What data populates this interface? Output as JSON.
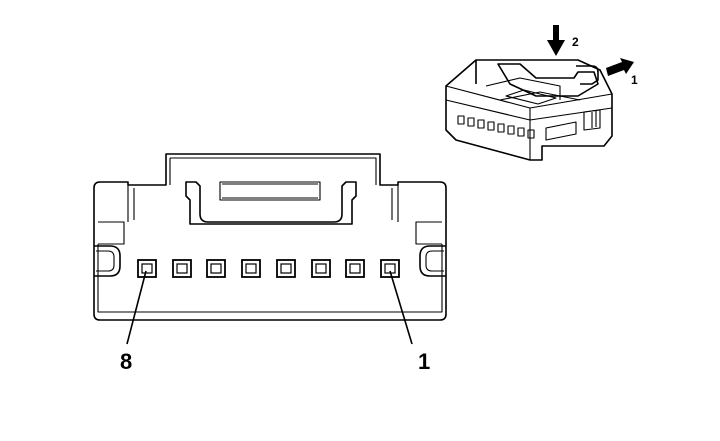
{
  "diagram": {
    "pin_labels": {
      "first": "1",
      "last": "8"
    },
    "pin_count": 8,
    "inset_arrows": {
      "down": "2",
      "right": "1"
    },
    "icons": [
      "connector-face-view",
      "connector-3d-view",
      "arrow-down-icon",
      "arrow-right-icon"
    ]
  }
}
